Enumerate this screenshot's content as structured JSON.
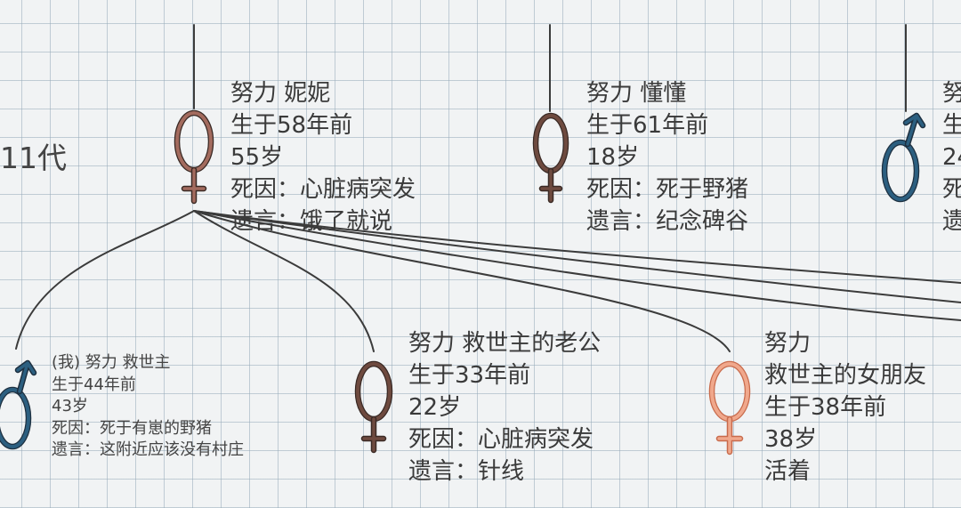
{
  "generation": {
    "label": "11代"
  },
  "parents": [
    {
      "name": "努力 妮妮",
      "born": "生于58年前",
      "age": "55岁",
      "death": "死因：心脏病突发",
      "words": "遗言：饿了就说",
      "gender": "female",
      "color": "#a36b5e"
    },
    {
      "name": "努力 懂懂",
      "born": "生于61年前",
      "age": "18岁",
      "death": "死因：死于野猪",
      "words": "遗言：纪念碑谷",
      "gender": "female",
      "color": "#6e4a3f"
    },
    {
      "name": "努",
      "born": "生",
      "age": "24",
      "death": "死",
      "words": "遗",
      "gender": "male",
      "color": "#2c5f80"
    }
  ],
  "children": [
    {
      "name": "(我) 努力 救世主",
      "born": "生于44年前",
      "age": "43岁",
      "death": "死因：死于有崽的野猪",
      "words": "遗言：这附近应该没有村庄",
      "gender": "male",
      "color": "#2c5f80"
    },
    {
      "name": "努力 救世主的老公",
      "born": "生于33年前",
      "age": "22岁",
      "death": "死因：心脏病突发",
      "words": "遗言：针线",
      "gender": "female",
      "color": "#6e4a3f"
    },
    {
      "name": "努力",
      "name2": "救世主的女朋友",
      "born": "生于38年前",
      "age": "38岁",
      "status": "活着",
      "gender": "female",
      "color": "#f0a88c"
    }
  ]
}
